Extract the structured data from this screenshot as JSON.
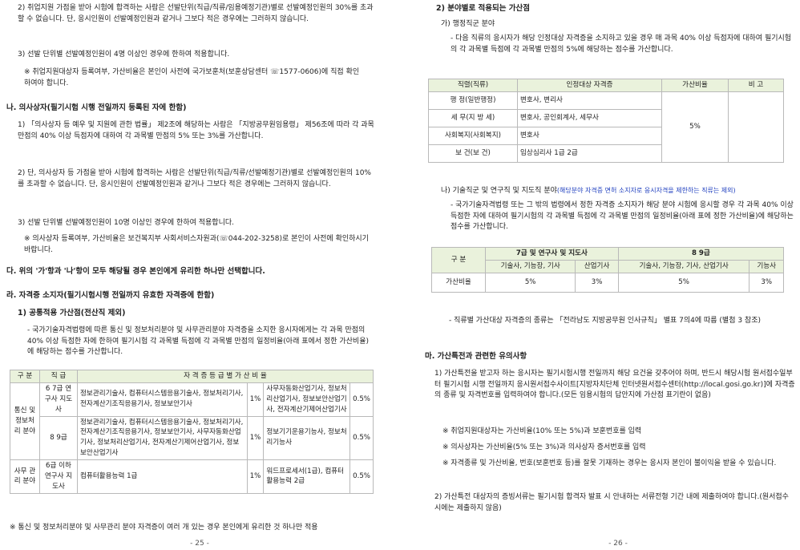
{
  "left": {
    "p1": "2) 취업지원 가점을 받아 시험에 합격하는 사람은 선발단위(직급/직류/임용예정기관)별로 선발예정인원의 30%를 초과할 수 없습니다. 단, 응시인원이 선발예정인원과 같거나 그보다 적은 경우에는 그러하지 않습니다.",
    "p2": "3) 선발 단위별 선발예정인원이 4명 이상인 경우에 한하여 적용합니다.",
    "p3": "※ 취업지원대상자 등록여부, 가산비율은 본인이 사전에 국가보훈처(보훈상담센터 ☏1577-0606)에 직접 확인하여야 합니다.",
    "h_na": "나. 의사상자(필기시험 시행 전일까지 등록된 자에 한함)",
    "p4": "1) 「의사상자 등 예우 및 지원에 관한 법률」 제2조에 해당하는 사람은 「지방공무원임용령」 제56조에 따라 각 과목 만점의 40% 이상 득점자에 대하여 각 과목별 만점의 5% 또는 3%를 가산합니다.",
    "p5": "2) 단, 의사상자 등 가점을 받아 시험에 합격하는 사람은 선발단위(직급/직류/선발예정기관)별로 선발예정인원의 10%를 초과할 수 없습니다. 단, 응시인원이 선발예정인원과 같거나 그보다 적은 경우에는 그러하지 않습니다.",
    "p6": "3) 선발 단위별 선발예정인원이 10명 이상인 경우에 한하여 적용합니다.",
    "p7": "※ 의사상자 등록여부, 가산비율은 보건복지부 사회서비스자원과(☏044-202-3258)로 본인이 사전에 확인하시기 바랍니다.",
    "h_da": "다. 위의 '가'항과 '나'항이 모두 해당될 경우 본인에게 유리한 하나만 선택합니다.",
    "h_ra": "라. 자격증 소지자(필기시험시행 전일까지 유효한 자격증에 한함)",
    "h_ra_1": "1) 공통적용 가산점(전산직 제외)",
    "p8": "- 국가기술자격법령에 따른 통신 및 정보처리분야 및 사무관리분야 자격증을 소지한 응시자에게는 각 과목 만점의 40% 이상 득점한 자에 한하여 필기시험 각 과목별 득점에 각 과목별 만점의 일정비율(아래 표에서 정한 가산비율)에 해당하는 점수를 가산합니다.",
    "table": {
      "headers": [
        "구 분",
        "직 급",
        "자 격 증  등 급 별  가 산 비 율"
      ],
      "group1_label": "통신 및 정보처리 분야",
      "row1": {
        "grade": "6 7급 연구사 지도사",
        "certs1": "정보관리기술사, 컴퓨터시스템응용기술사, 정보처리기사, 전자계산기조직응용기사, 정보보안기사",
        "rate1": "1%",
        "certs2": "사무자동화산업기사, 정보처리산업기사, 정보보안산업기사, 전자계산기제어산업기사",
        "rate2": "0.5%"
      },
      "row2": {
        "grade": "8 9급",
        "certs1": "정보관리기술사, 컴퓨터시스템응용기술사, 정보처리기사, 전자계산기조직응용기사, 정보보안기사, 사무자동화산업기사, 정보처리산업기사, 전자계산기제어산업기사, 정보보안산업기사",
        "rate1": "1%",
        "certs2": "정보기기운용기능사, 정보처리기능사",
        "rate2": "0.5%"
      },
      "group2_label": "사무 관리 분야",
      "row3": {
        "grade": "6급 이하 연구사 지도사",
        "certs1": "컴퓨터활용능력 1급",
        "rate1": "1%",
        "certs2": "워드프로세서(1급), 컴퓨터활용능력 2급",
        "rate2": "0.5%"
      }
    },
    "note": "※ 통신 및 정보처리분야 및 사무관리 분야 자격증이 여러 개 있는 경우 본인에게 유리한 것 하나만 적용",
    "page_num": "- 25 -"
  },
  "right": {
    "h2": "2) 분야별로 적용되는 가산점",
    "h_ga": "가) 행정직군 분야",
    "p1": "- 다음 직류의 응시자가 해당 인정대상 자격증을 소지하고 있을 경우 매 과목 40% 이상 득점자에 대하여 필기시험의 각 과목별 득점에 각 과목별 만점의 5%에 해당하는 점수를 가산합니다.",
    "t1": {
      "headers": [
        "직렬(직류)",
        "인정대상 자격증",
        "가산비율",
        "비  고"
      ],
      "rows": [
        [
          "행 정(일반행정)",
          "변호사, 변리사"
        ],
        [
          "세 무(지 방 세)",
          "변호사, 공인회계사, 세무사"
        ],
        [
          "사회복지(사회복지)",
          "변호사"
        ],
        [
          "보 건(보  건)",
          "임상심리사 1급 2급"
        ]
      ],
      "rate": "5%"
    },
    "h_na": "나) 기술직군 및 연구직 및 지도직 분야",
    "h_na_note": "(해당분야 자격증 면허 소지자로 응시자격을 제한하는 직류는 제외)",
    "p2": "- 국가기술자격법령 또는 그 밖의 법령에서 정한 자격증 소지자가 해당 분야 시험에 응시할 경우 각 과목 40% 이상 득점한 자에 대하여 필기시험의 각 과목별 득점에 각 과목별 만점의 일정비율(아래 표에 정한 가산비율)에 해당하는 점수를 가산합니다.",
    "t2": {
      "col_gubun": "구  분",
      "grp1": "7급 및 연구사 및 지도사",
      "grp2": "8 9급",
      "sub": [
        "기술사, 기능장, 기사",
        "산업기사",
        "기술사, 기능장, 기사, 산업기사",
        "기능사"
      ],
      "row_label": "가산비율",
      "vals": [
        "5%",
        "3%",
        "5%",
        "3%"
      ]
    },
    "p3": "- 직류별 가산대상 자격증의 종류는 「전라남도 지방공무원 인사규칙」 별표 7의4에 따름 (별첨 3 참조)",
    "h_ma": "마. 가산특전과 관련한 유의사항",
    "p4a": "1) 가산특전을 받고자 하는 응시자는 필기시험시행 전일까지 해당 요건을 갖추어야 하며, 반드시 해당시험 원서접수일부터 필기시험 시행 전일까지 응시원서접수사이트[지방자치단체 인터넷원서접수센터(http://local.gosi.go.kr)]에 자격증의 종류 및 자격번호를 입력하여야 합니다.(모든 임용시험의 답안지에 가산점 표기란이 없음)",
    "n1": "※ 취업지원대상자는 가산비율(10% 또는 5%)과 보훈번호를 입력",
    "n2": "※ 의사상자는 가산비율(5% 또는 3%)과 의사상자 증서번호를 입력",
    "n3": "※ 자격종류 및 가산비율, 번호(보훈번호 등)를 잘못 기재하는 경우는 응시자 본인이 불이익을 받을 수 있습니다.",
    "p5": "2) 가산특전 대상자의 증빙서류는 필기시험 합격자 발표 시 안내하는 서류전형 기간 내에 제출하여야 합니다.(원서접수 시에는 제출하지 않음)",
    "page_num": "- 26 -"
  }
}
